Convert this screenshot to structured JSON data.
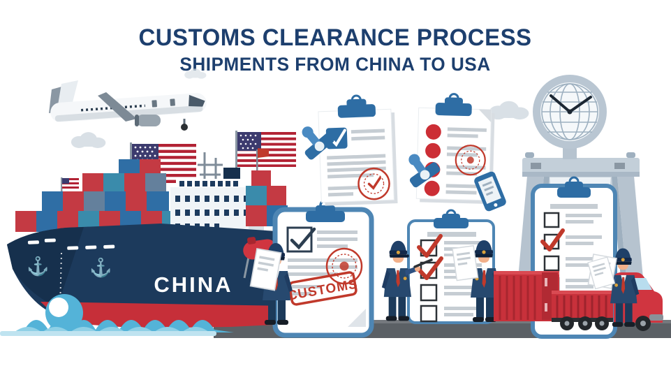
{
  "title": {
    "line1": "CUSTOMS CLEARANCE PROCESS",
    "line2": "SHIPMENTS FROM CHINA TO USA"
  },
  "scene": {
    "ship": {
      "hull_label": "CHINA",
      "us_flag_count": 3
    },
    "customs_clipboard": {
      "stamp_label": "CUSTOMS",
      "checklist": [
        true
      ]
    },
    "middle_checklist": [
      true,
      true,
      false,
      false
    ],
    "right_checklist": [
      false,
      true,
      false,
      false
    ],
    "document_red_dots": 4
  },
  "glyphs": {
    "anchor": "⚓"
  },
  "colors": {
    "navy_text": "#1d3f6e",
    "ship_hull": "#1c3a5c",
    "container_red": "#c43a43",
    "container_blue": "#2f6ea5",
    "container_teal": "#3a8bab",
    "stamp_red": "#c0392b",
    "clip_blue": "#2e6da4",
    "frame_blue": "#4e86b4",
    "wave_blue": "#54b3d8",
    "platform_gray": "#5b6065",
    "truck_red": "#d03540",
    "structure_gray": "#b6c3cf"
  }
}
